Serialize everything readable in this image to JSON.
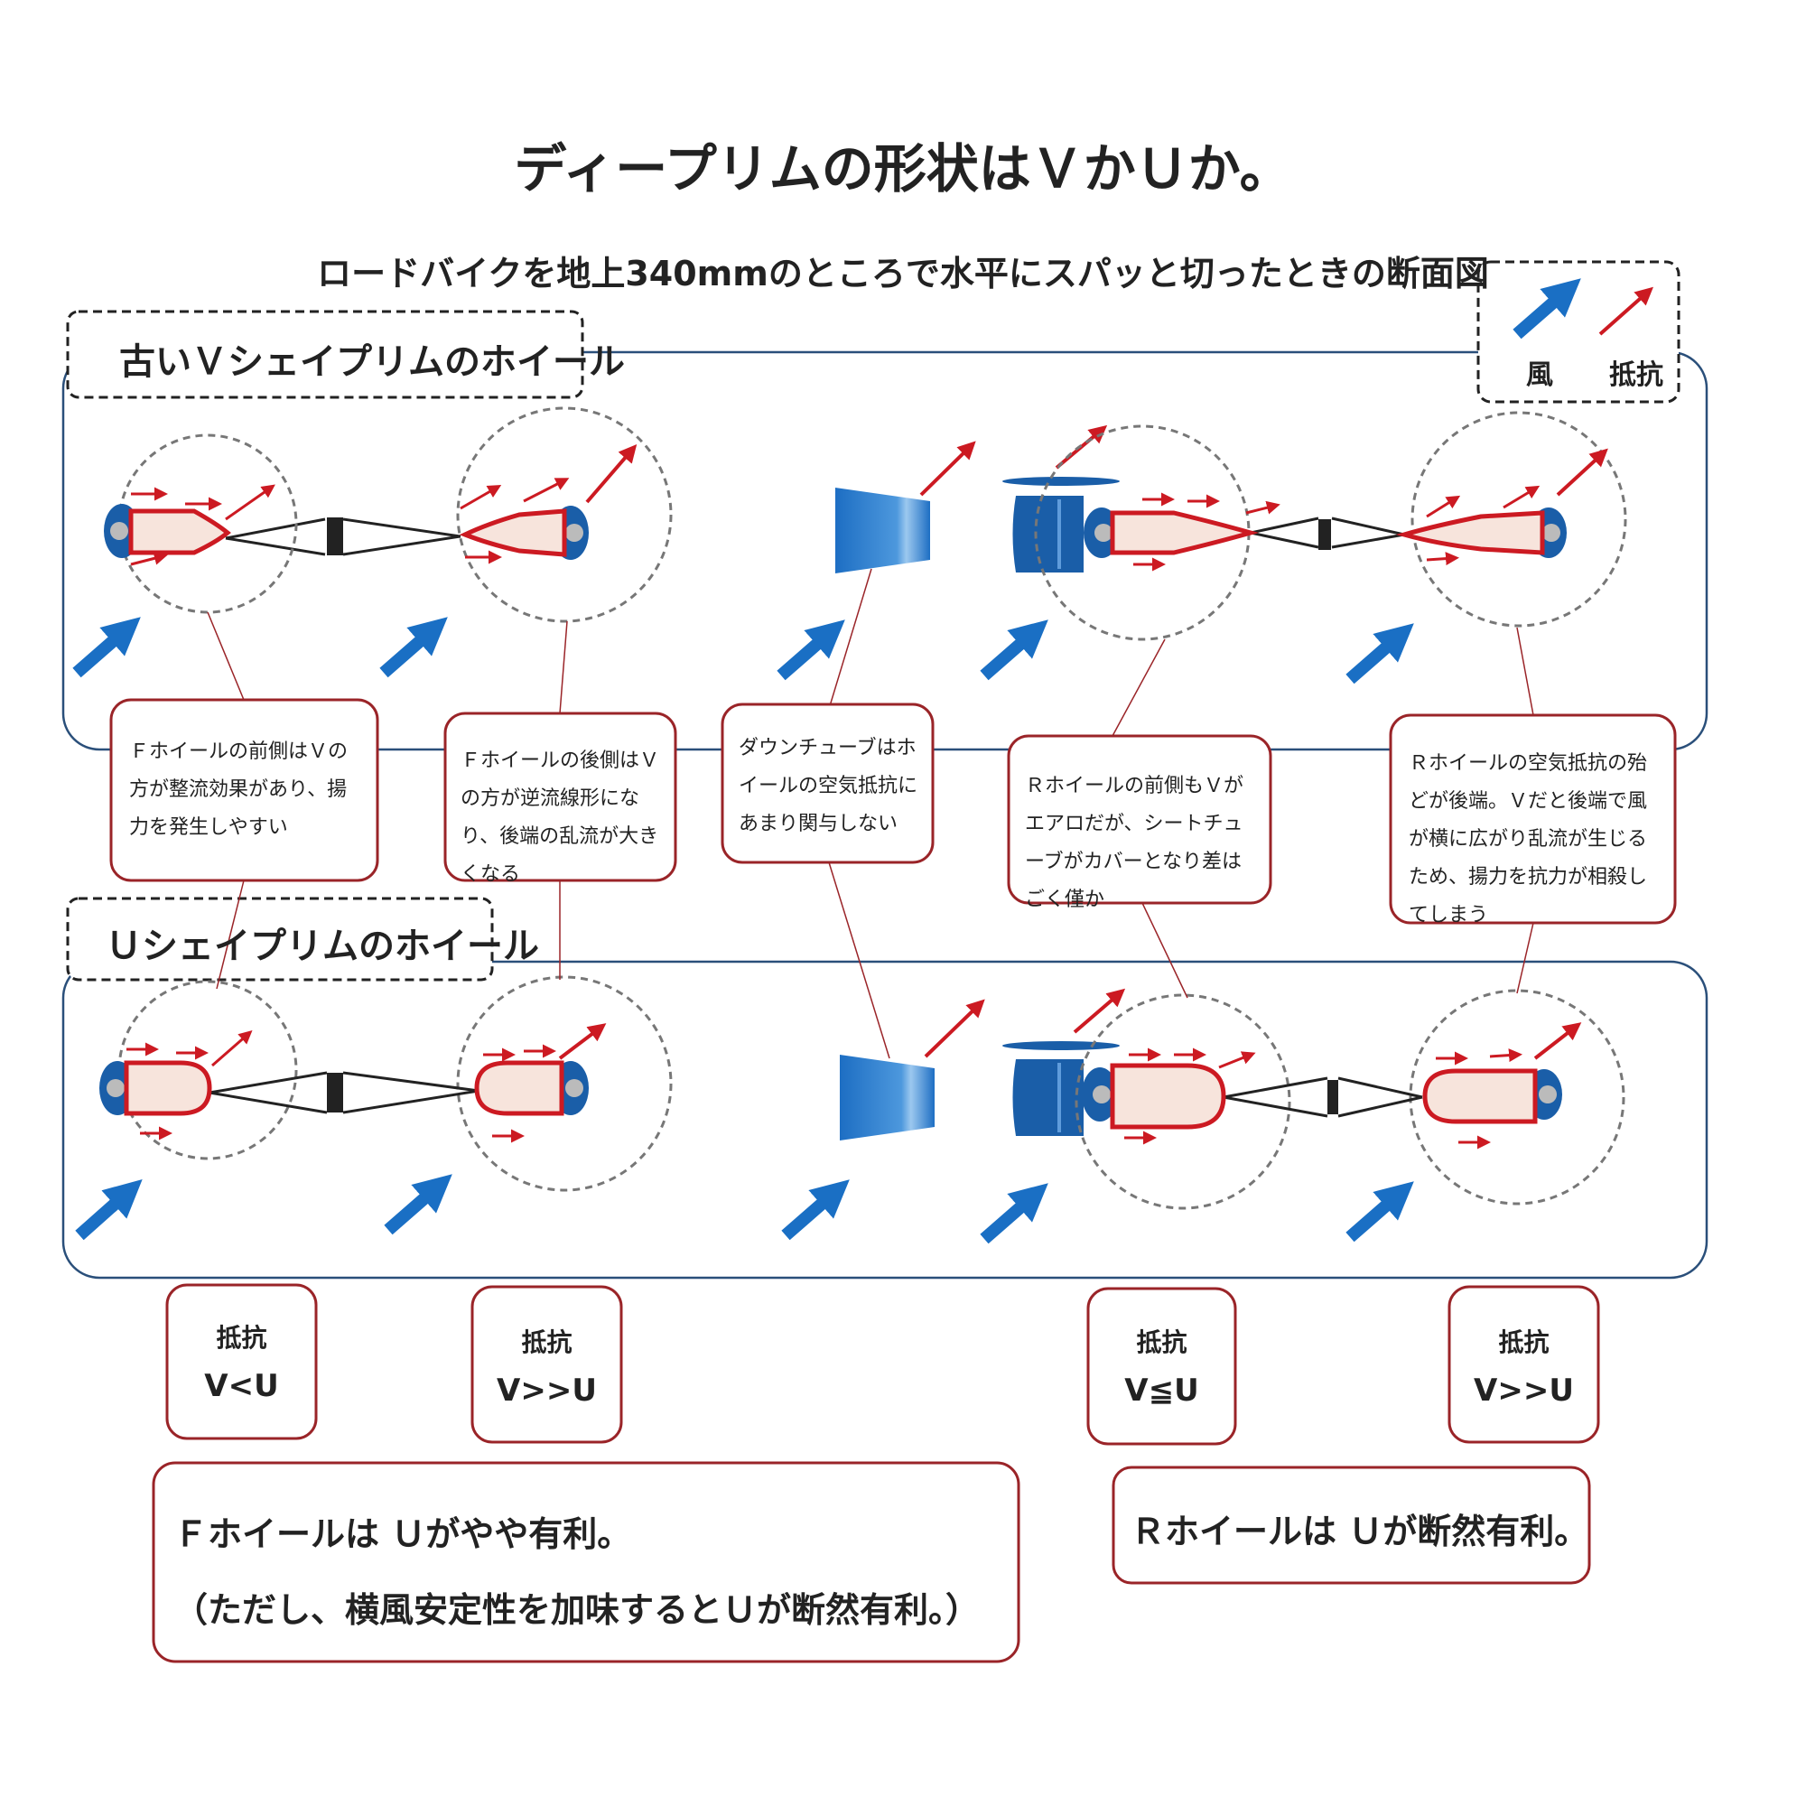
{
  "title": "ディープリムの形状はＶかＵか。",
  "subtitle": "ロードバイクを地上340mmのところで水平にスパッと切ったときの断面図",
  "sections": {
    "v_shape": "古いＶシェイプリムのホイール",
    "u_shape": "Ｕシェイプリムのホイール"
  },
  "legend": {
    "wind": "風",
    "drag": "抵抗"
  },
  "notes": [
    "Ｆホイールの前側はＶの方が整流効果があり、揚力を発生しやすい",
    "Ｆホイールの後側はＶの方が逆流線形になり、後端の乱流が大きくなる",
    "ダウンチューブはホイールの空気抵抗にあまり関与しない",
    "Ｒホイールの前側もＶがエアロだが、シートチューブがカバーとなり差はごく僅か",
    "Ｒホイールの空気抵抗の殆どが後端。Ｖだと後端で風が横に広がり乱流が生じるため、揚力を抗力が相殺してしまう"
  ],
  "drag_boxes": [
    {
      "label": "抵抗",
      "value": "V<U"
    },
    {
      "label": "抵抗",
      "value": "V>>U"
    },
    {
      "label": "抵抗",
      "value": "V≦U"
    },
    {
      "label": "抵抗",
      "value": "V>>U"
    }
  ],
  "conclusions": {
    "front_line1": "Ｆホイールは Ｕがやや有利。",
    "front_line2": "（ただし、横風安定性を加味するとＵが断然有利。）",
    "rear": "Ｒホイールは Ｕが断然有利。"
  },
  "colors": {
    "wind": "#1a6fc4",
    "drag": "#cc1a22",
    "frame": "#2a4f7a",
    "box_border": "#9a2428",
    "rim_fill": "#f7e4dc"
  }
}
